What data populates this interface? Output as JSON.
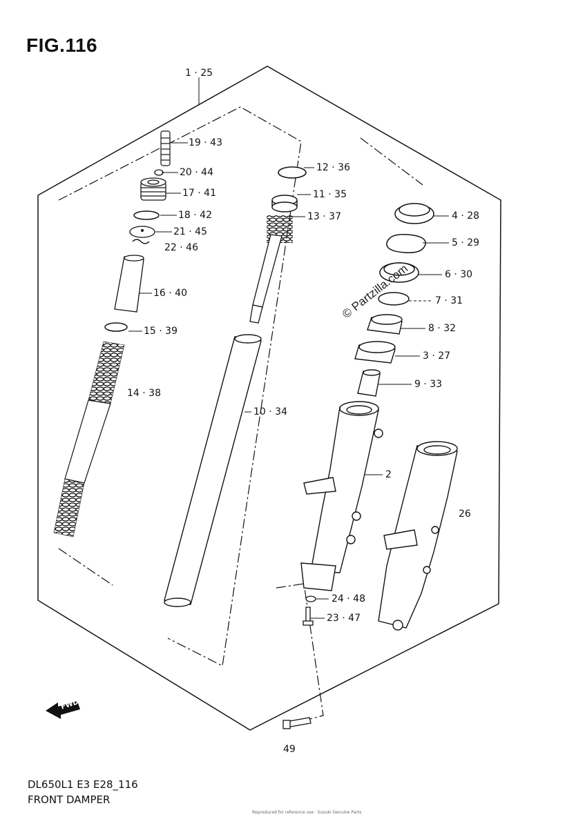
{
  "figure": {
    "title": "FIG.116",
    "model_code": "DL650L1 E3 E28_116",
    "section_name": "FRONT DAMPER",
    "watermark": "© Partzilla.com",
    "fwd_label": "FWD",
    "tiny_credit": "Reproduced for reference use · Suzuki Genuine Parts"
  },
  "callouts": {
    "c1_25": "1 · 25",
    "c19_43": "19 · 43",
    "c20_44": "20 · 44",
    "c17_41": "17 · 41",
    "c18_42": "18 · 42",
    "c21_45": "21 · 45",
    "c22_46": "22 · 46",
    "c16_40": "16 · 40",
    "c15_39": "15 · 39",
    "c14_38": "14 · 38",
    "c12_36": "12 · 36",
    "c11_35": "11 · 35",
    "c13_37": "13 · 37",
    "c10_34": "10 · 34",
    "c4_28": "4 · 28",
    "c5_29": "5 · 29",
    "c6_30": "6 · 30",
    "c7_31": "7 · 31",
    "c8_32": "8 · 32",
    "c3_27": "3 · 27",
    "c9_33": "9 · 33",
    "c2": "2",
    "c26": "26",
    "c24_48": "24 · 48",
    "c23_47": "23 · 47",
    "c49": "49"
  }
}
